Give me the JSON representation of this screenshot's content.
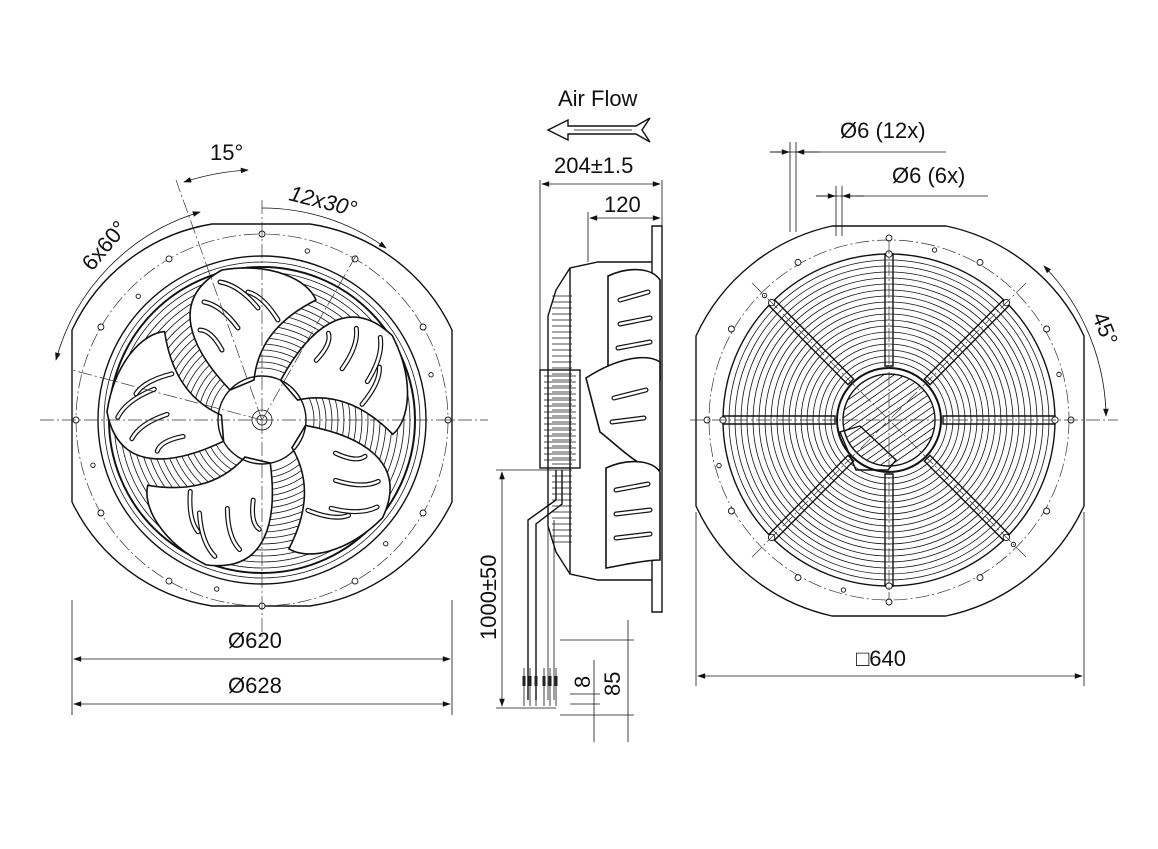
{
  "labels": {
    "angle_15": "15°",
    "angle_12x30": "12x30°",
    "angle_6x60": "6x60°",
    "dia_620": "Ø620",
    "dia_628": "Ø628",
    "airflow": "Air Flow",
    "depth_204": "204±1.5",
    "depth_120": "120",
    "cable_1000": "1000±50",
    "cable_8": "8",
    "cable_85": "85",
    "hole_12x": "Ø6 (12x)",
    "hole_6x": "Ø6 (6x)",
    "angle_45": "45°",
    "square_640": "□640"
  }
}
